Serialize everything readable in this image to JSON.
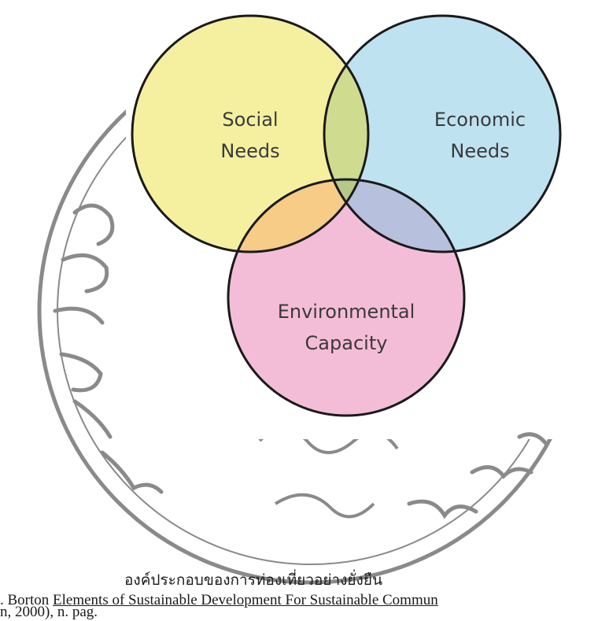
{
  "diagram": {
    "circles": [
      {
        "id": "social",
        "lines": [
          "Social",
          "Needs"
        ],
        "fill": "#f5f0a0"
      },
      {
        "id": "economic",
        "lines": [
          "Economic",
          "Needs"
        ],
        "fill": "#bfe2f1"
      },
      {
        "id": "environmental",
        "lines": [
          "Environmental",
          "Capacity"
        ],
        "fill": "#f4bdd7"
      }
    ],
    "overlap_colors": {
      "social_economic": "#cfdc8f",
      "social_environmental": "#f6cc86",
      "economic_environmental": "#b7c0dc",
      "center": "#b7c987"
    },
    "outline_color": "#1a1a1a",
    "watermark_color": "#8a8a8a"
  },
  "caption": {
    "thai": "องค์ประกอบของการท่องเที่ยวอย่างยั่งยืน",
    "citation_prefix": ". Borton ",
    "citation_title": "Elements of Sustainable Development For Sustainable Commun",
    "citation_line2": "n, 2000), n. pag."
  }
}
